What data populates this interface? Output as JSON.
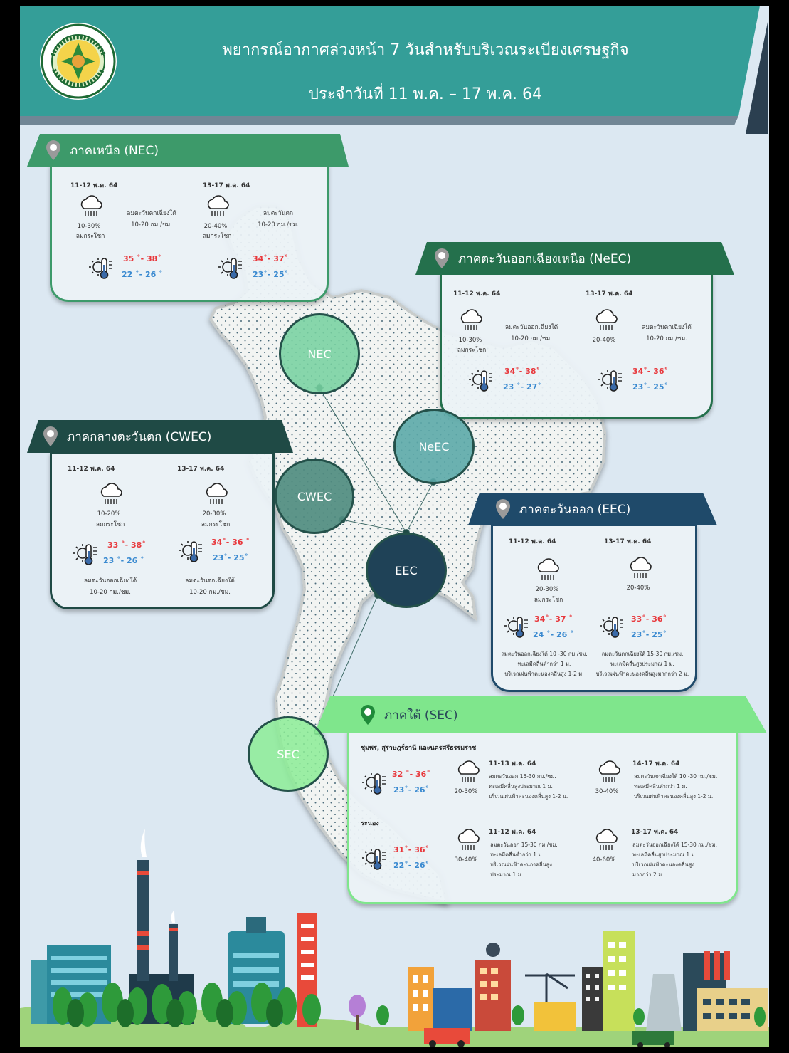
{
  "header": {
    "logo_text": "กรมอุตุนิยมวิทยา METEOROLOGICAL DEPARTMENT",
    "title": "พยากรณ์อากาศล่วงหน้า 7 วันสำหรับบริเวณระเบียงเศรษฐกิจ",
    "date_range": "ประจำวันที่ 11 พ.ค. – 17 พ.ค. 64"
  },
  "map_labels": {
    "nec": "NEC",
    "neec": "NeEC",
    "cwec": "CWEC",
    "eec": "EEC",
    "sec": "SEC"
  },
  "icons": {
    "rain": "rain-cloud-icon",
    "temperature": "sun-thermometer-icon",
    "location": "location-pin-icon"
  },
  "colors": {
    "teal": "#339e97",
    "nec_green": "#3d9a6a",
    "neec_green": "#24704c",
    "cwec_dark": "#1f4a45",
    "eec_navy": "#1f4a6a",
    "sec_green": "#7fe68c",
    "hot": "#e8383c",
    "cool": "#3a8ad0"
  },
  "nec": {
    "region": "ภาคเหนือ (NEC)",
    "p1": {
      "date": "11-12 พ.ค. 64",
      "rain": "10-30%",
      "rain_note": "ลมกระโชก",
      "wind": "ลมตะวันตกเฉียงใต้",
      "wind_speed": "10-20 กม./ชม.",
      "tmax": "35 ˚- 38˚",
      "tmin": "22 ˚- 26 ˚"
    },
    "p2": {
      "date": "13-17 พ.ค. 64",
      "rain": "20-40%",
      "rain_note": "ลมกระโชก",
      "wind": "ลมตะวันตก",
      "wind_speed": "10-20 กม./ชม.",
      "tmax": "34˚- 37˚",
      "tmin": "23˚- 25˚"
    }
  },
  "neec": {
    "region": "ภาคตะวันออกเฉียงเหนือ (NeEC)",
    "p1": {
      "date": "11-12 พ.ค. 64",
      "rain": "10-30%",
      "rain_note": "ลมกระโชก",
      "wind": "ลมตะวันออกเฉียงใต้",
      "wind_speed": "10-20 กม./ชม.",
      "tmax": "34˚- 38˚",
      "tmin": "23 ˚- 27˚"
    },
    "p2": {
      "date": "13-17 พ.ค. 64",
      "rain": "20-40%",
      "wind": "ลมตะวันตกเฉียงใต้",
      "wind_speed": "10-20 กม./ชม.",
      "tmax": "34˚- 36˚",
      "tmin": "23˚- 25˚"
    }
  },
  "cwec": {
    "region": "ภาคกลางตะวันตก (CWEC)",
    "p1": {
      "date": "11-12 พ.ค. 64",
      "rain": "10-20%",
      "rain_note": "ลมกระโชก",
      "wind": "ลมตะวันออกเฉียงใต้",
      "wind_speed": "10-20 กม./ชม.",
      "tmax": "33 ˚- 38˚",
      "tmin": "23 ˚- 26 ˚"
    },
    "p2": {
      "date": "13-17 พ.ค. 64",
      "rain": "20-30%",
      "rain_note": "ลมกระโชก",
      "wind": "ลมตะวันตกเฉียงใต้",
      "wind_speed": "10-20 กม./ชม.",
      "tmax": "34˚- 36 ˚",
      "tmin": "23˚- 25˚"
    }
  },
  "eec": {
    "region": "ภาคตะวันออก (EEC)",
    "p1": {
      "date": "11-12 พ.ค. 64",
      "rain": "20-30%",
      "rain_note": "ลมกระโชก",
      "tmax": "34˚- 37 ˚",
      "tmin": "24 ˚- 26 ˚",
      "n1": "ลมตะวันออกเฉียงใต้ 10 -30 กม./ชม.",
      "n2": "ทะเลมีคลื่นต่ำกว่า 1  ม.",
      "n3": "บริเวณฝนฟ้าคะนองคลื่นสูง 1-2 ม."
    },
    "p2": {
      "date": "13-17 พ.ค. 64",
      "rain": "20-40%",
      "tmax": "33˚- 36˚",
      "tmin": "23˚- 25˚",
      "n1": "ลมตะวันตกเฉียงใต้ 15-30  กม./ชม.",
      "n2": "ทะเลมีคลื่นสูงประมาณ 1  ม.",
      "n3": "บริเวณฝนฟ้าคะนองคลื่นสูงมากกว่า 2 ม."
    }
  },
  "sec": {
    "region": "ภาคใต้ (SEC)",
    "area1": {
      "name": "ชุมพร, สุราษฎร์ธานี และนครศรีธรรมราช",
      "tmax": "32 ˚- 36˚",
      "tmin": "23˚- 26˚",
      "p1": {
        "date": "11-13 พ.ค. 64",
        "rain": "20-30%",
        "n1": "ลมตะวันออก 15-30 กม./ชม.",
        "n2": "ทะเลมีคลื่นสูงประมาณ 1  ม.",
        "n3": "บริเวณฝนฟ้าคะนองคลื่นสูง 1-2 ม."
      },
      "p2": {
        "date": "14-17 พ.ค. 64",
        "rain": "30-40%",
        "n1": "ลมตะวันตกเฉียงใต้ 10 -30  กม./ชม.",
        "n2": "ทะเลมีคลื่นต่ำกว่า 1  ม.",
        "n3": "บริเวณฝนฟ้าคะนองคลื่นสูง 1-2 ม."
      }
    },
    "area2": {
      "name": "ระนอง",
      "tmax": "31˚- 36˚",
      "tmin": "22˚- 26˚",
      "p1": {
        "date": "11-12 พ.ค. 64",
        "rain": "30-40%",
        "n1": "ลมตะวันออก 15-30 กม./ชม.",
        "n2": "ทะเลมีคลื่นต่ำกว่า 1  ม.",
        "n3": "บริเวณฝนฟ้าคะนองคลื่นสูง",
        "n4": "ประมาณ 1 ม."
      },
      "p2": {
        "date": "13-17 พ.ค. 64",
        "rain": "40-60%",
        "n1": "ลมตะวันออกเฉียงใต้ 15-30  กม./ชม.",
        "n2": "ทะเลมีคลื่นสูงประมาณ 1  ม.",
        "n3": "บริเวณฝนฟ้าคะนองคลื่นสูง",
        "n4": "มากกว่า 2  ม."
      }
    }
  }
}
